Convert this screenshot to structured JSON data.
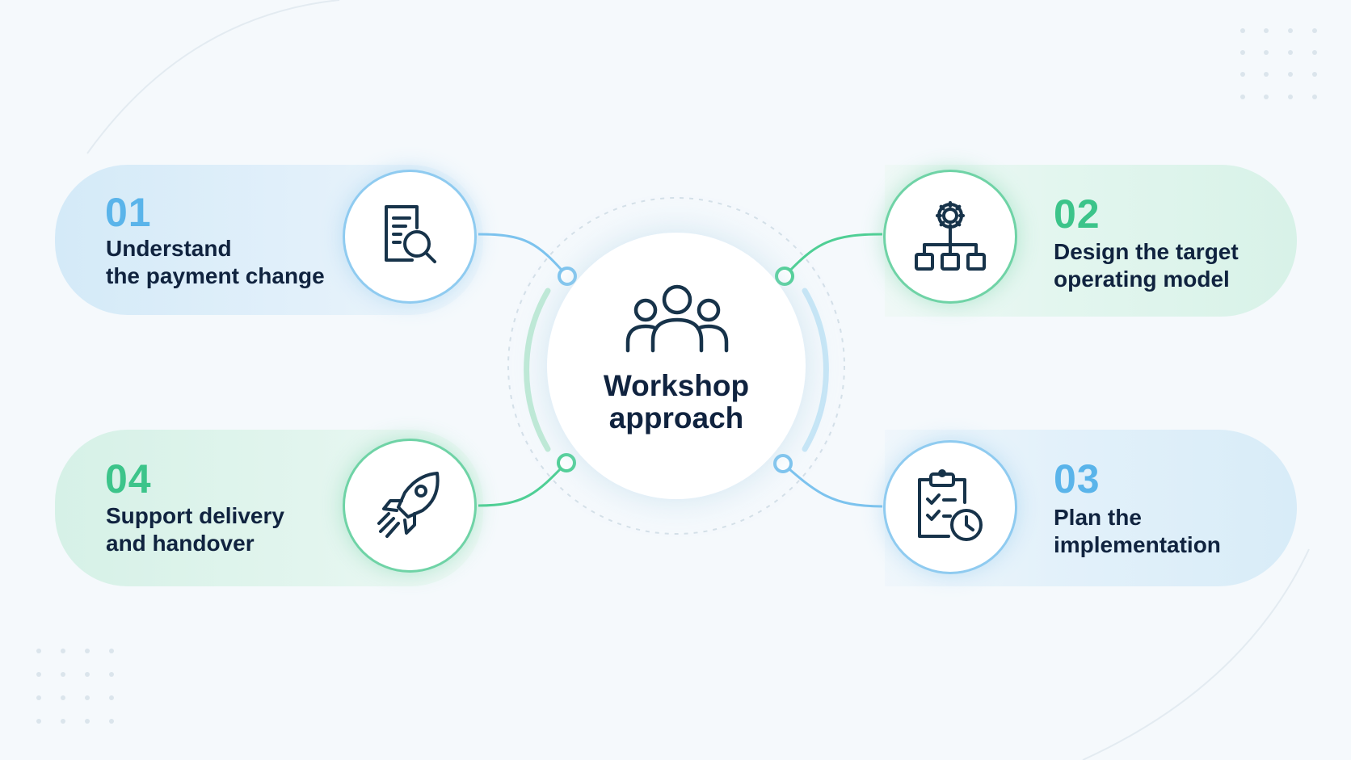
{
  "center": {
    "title_line1": "Workshop",
    "title_line2": "approach",
    "icon": "people-group-icon"
  },
  "steps": [
    {
      "number": "01",
      "line1": "Understand",
      "line2": "the payment change",
      "icon": "document-search-icon",
      "accent": "#5ab4ea"
    },
    {
      "number": "02",
      "line1": "Design the target",
      "line2": "operating model",
      "icon": "gear-hierarchy-icon",
      "accent": "#3cc48a"
    },
    {
      "number": "03",
      "line1": "Plan the",
      "line2": "implementation",
      "icon": "clipboard-clock-icon",
      "accent": "#5ab4ea"
    },
    {
      "number": "04",
      "line1": "Support delivery",
      "line2": "and handover",
      "icon": "rocket-icon",
      "accent": "#3cc48a"
    }
  ],
  "colors": {
    "background": "#f5f9fc",
    "text_dark": "#10233f",
    "icon_stroke": "#17334a",
    "blue": "#5ab4ea",
    "green": "#3cc48a"
  }
}
